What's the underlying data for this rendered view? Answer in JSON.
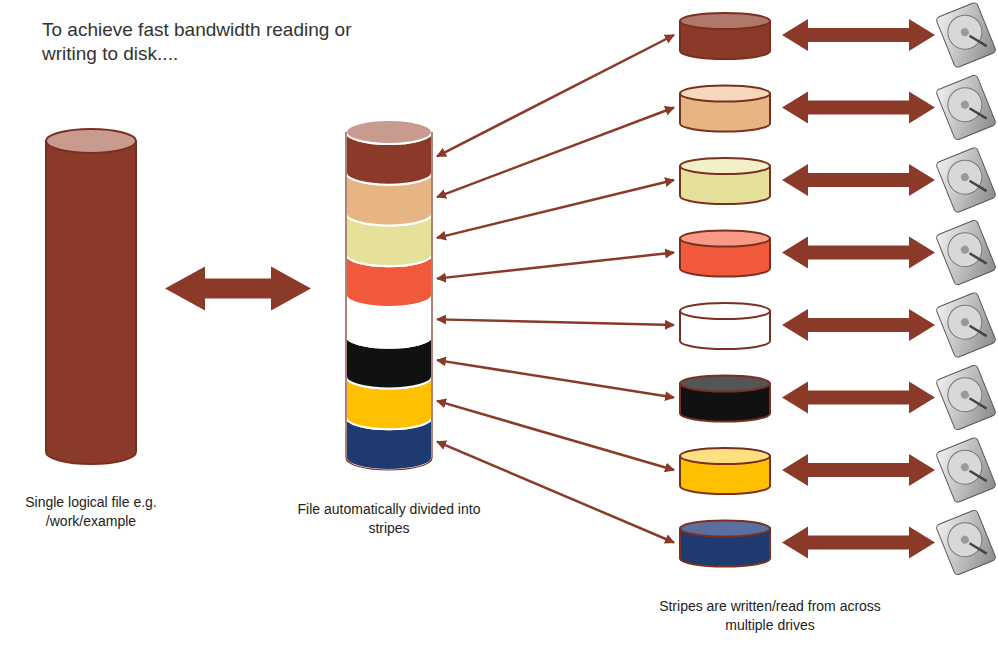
{
  "diagram": {
    "title": "To achieve fast bandwidth reading or writing to disk....",
    "nodes": [
      {
        "text": [
          "Single logical file e.g. /work/example"
        ]
      },
      {
        "text": [
          "File automatically divided into stripes"
        ]
      }
    ],
    "edges": [
      {
        "from": 0,
        "to": 1,
        "arrow": "both"
      }
    ],
    "labels": [
      "Stripes are written/read from across multiple drives"
    ]
  }
}
